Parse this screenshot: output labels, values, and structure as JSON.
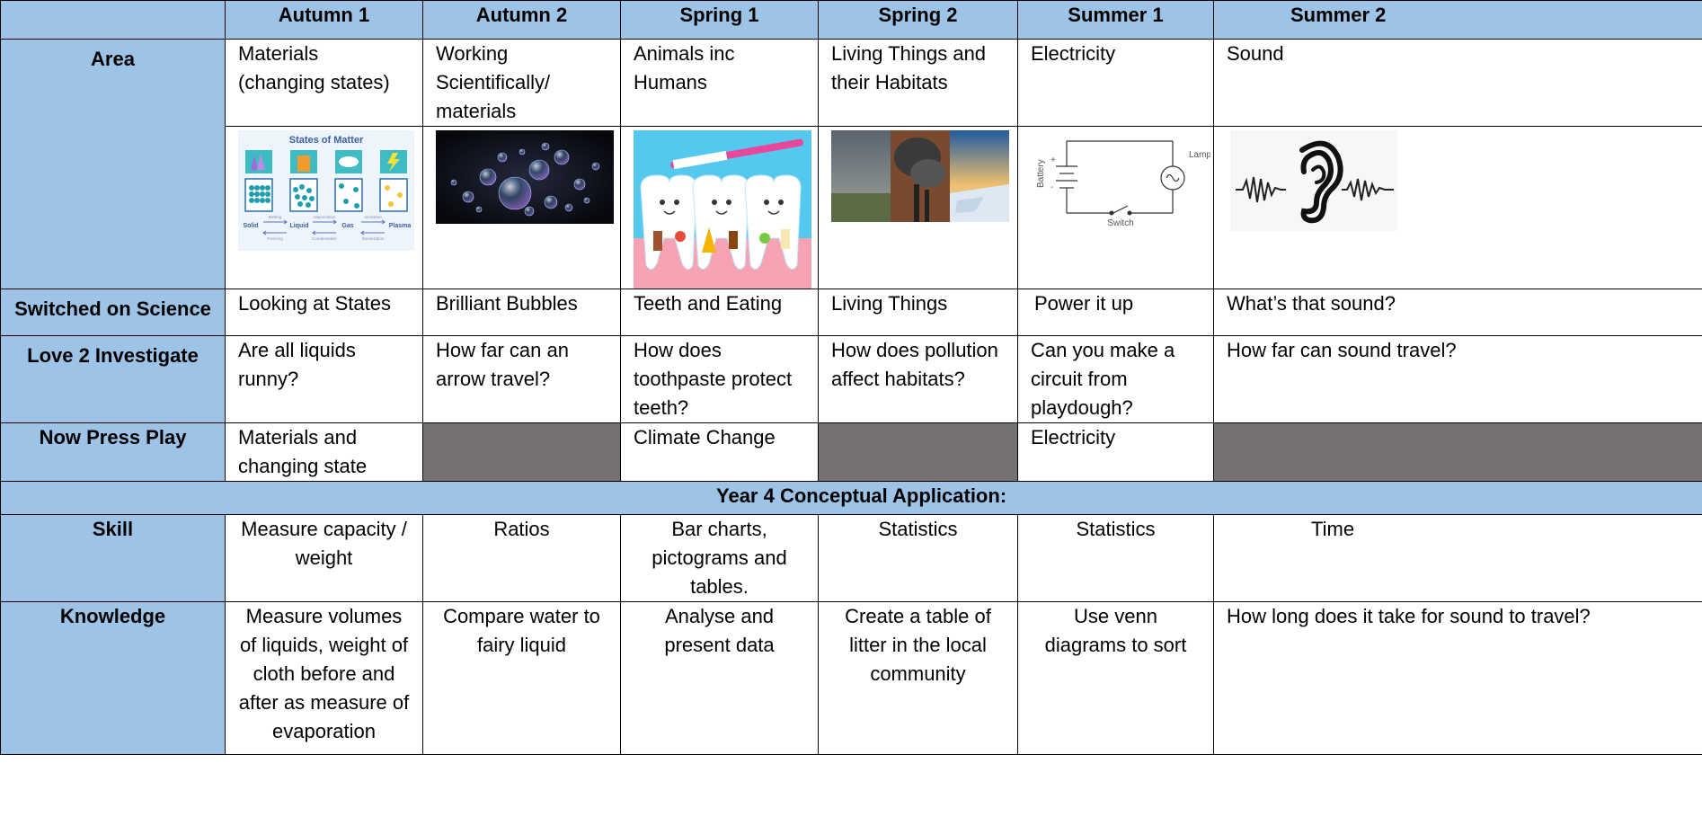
{
  "header": {
    "corner": "",
    "terms": [
      "Autumn 1",
      "Autumn 2",
      "Spring 1",
      "Spring 2",
      "Summer 1",
      "Summer 2"
    ]
  },
  "rows": {
    "area": {
      "label": "Area",
      "cells": [
        "Materials (changing states)",
        "Working Scientifically/ materials",
        "Animals inc Humans",
        "Living Things and their Habitats",
        "Electricity",
        "Sound"
      ]
    },
    "switched_on_science": {
      "label": "Switched on Science",
      "cells": [
        "Looking at States",
        "Brilliant Bubbles",
        "Teeth and Eating",
        "Living Things",
        "Power it up",
        "What’s that sound?"
      ]
    },
    "love_2_investigate": {
      "label": "Love 2 Investigate",
      "cells": [
        "Are all liquids runny?",
        "How far can an arrow travel?",
        "How does toothpaste protect teeth?",
        "How does pollution affect habitats?",
        "Can you make a circuit from playdough?",
        "How far can sound travel?"
      ]
    },
    "now_press_play": {
      "label": "Now Press Play",
      "cells": [
        "Materials and changing state",
        "",
        "Climate Change",
        "",
        "Electricity",
        ""
      ]
    },
    "banner": "Year 4 Conceptual Application:",
    "skill": {
      "label": "Skill",
      "cells": [
        "Measure capacity / weight",
        "Ratios",
        "Bar charts, pictograms and tables.",
        "Statistics",
        "Statistics",
        "Time"
      ]
    },
    "knowledge": {
      "label": "Knowledge",
      "cells": [
        "Measure volumes of liquids, weight of cloth before and after as measure of evaporation",
        "Compare water to fairy liquid",
        "Analyse and present data",
        "Create a table of litter in the local community",
        "Use venn diagrams to sort",
        "How long does it take for sound to travel?"
      ]
    }
  },
  "images": {
    "states_of_matter": {
      "title": "States of Matter",
      "states": [
        "Solid",
        "Liquid",
        "Gas",
        "Plasma"
      ],
      "top_arrows": [
        "Melting",
        "Vaporization",
        "Ionization"
      ],
      "bottom_arrows": [
        "Freezing",
        "Condensation",
        "Deionization"
      ]
    },
    "circuit": {
      "battery": "Battery",
      "lamp": "Lamp",
      "switch": "Switch",
      "plus": "+",
      "minus": "-"
    }
  },
  "colors": {
    "header_blue": "#9dc3e6",
    "grey_cell": "#767171",
    "border": "#000000"
  }
}
